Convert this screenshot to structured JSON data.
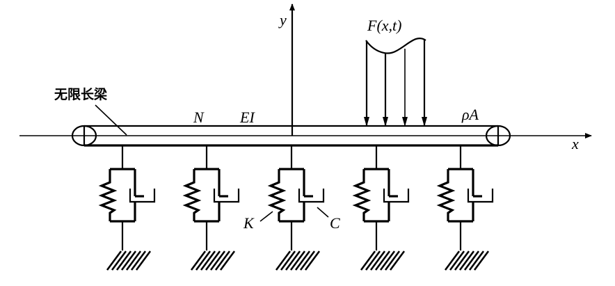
{
  "diagram": {
    "title_label": "无限长梁",
    "axes": {
      "x_label": "x",
      "y_label": "y"
    },
    "beam_labels": {
      "axial_force": "N",
      "bending_stiffness": "EI",
      "mass_per_length": "ρA"
    },
    "load": {
      "label": "F(x,t)",
      "arrow_count": 4
    },
    "supports": {
      "count": 5,
      "spring_label": "K",
      "damper_label": "C",
      "labeled_support_index": 2
    },
    "colors": {
      "ink": "#000000",
      "background": "#ffffff"
    }
  }
}
